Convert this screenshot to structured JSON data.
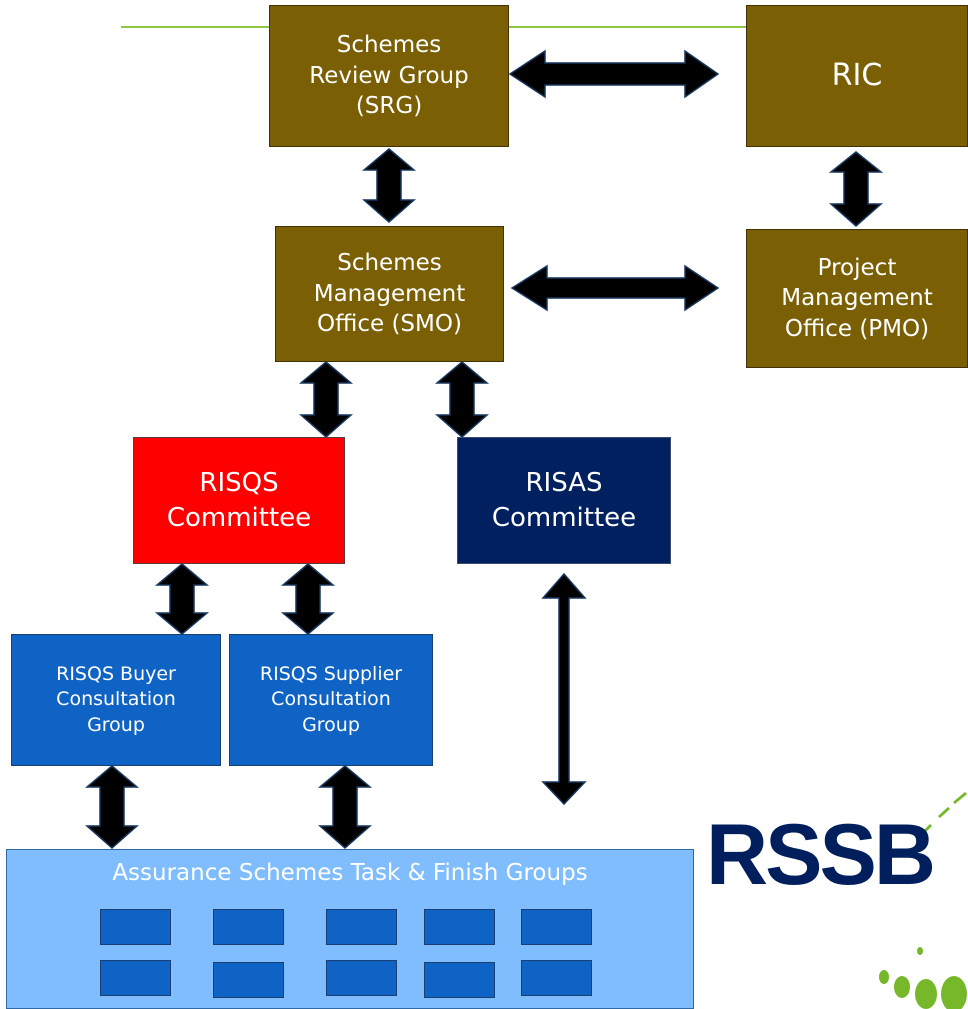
{
  "boxes": {
    "srg": "Schemes\nReview Group\n(SRG)",
    "ric": "RIC",
    "smo": "Schemes\nManagement\nOffice (SMO)",
    "pmo": "Project\nManagement\nOffice (PMO)",
    "risqs": "RISQS\nCommittee",
    "risas": "RISAS\nCommittee",
    "buyer": "RISQS Buyer\nConsultation\nGroup",
    "supplier": "RISQS Supplier\nConsultation\nGroup",
    "assurance": "Assurance Schemes Task & Finish Groups"
  },
  "logo_text": "RSSB",
  "colors": {
    "olive": "#7a5f04",
    "red": "#ff0000",
    "navy": "#002060",
    "blue": "#0f63c4",
    "light_blue": "#7fbdff",
    "green": "#8dc63f"
  }
}
